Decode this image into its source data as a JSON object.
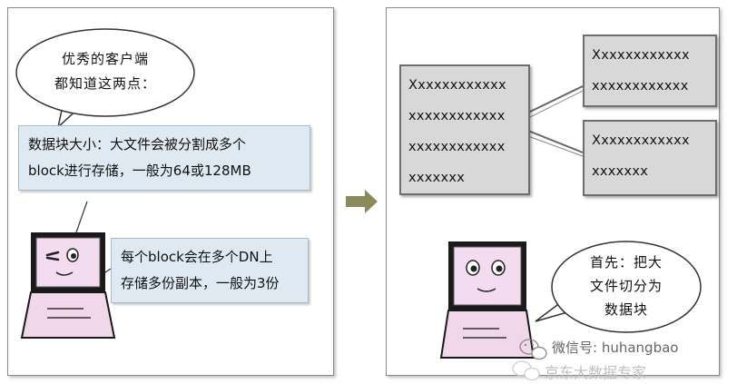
{
  "left_panel": {
    "thought_bubble": {
      "line1": "优秀的客户端",
      "line2": "都知道这两点："
    },
    "info_box_1": {
      "line1": "数据块大小：大文件会被分割成多个",
      "line2": "block进行存储，一般为64或128MB"
    },
    "info_box_2": {
      "line1": "每个block会在多个DN上",
      "line2": "存储多份副本，一般为3份"
    }
  },
  "right_panel": {
    "big_file": {
      "lines": [
        "Xxxxxxxxxxxx",
        "xxxxxxxxxxxx",
        "xxxxxxxxxxxx",
        "xxxxxxx"
      ]
    },
    "block_1": {
      "lines": [
        "Xxxxxxxxxxxx",
        "xxxxxxxxxxxx"
      ]
    },
    "block_2": {
      "lines": [
        "Xxxxxxxxxxxx",
        "xxxxxxx"
      ]
    },
    "speech_bubble": {
      "line1": "首先：把大",
      "line2": "文件切分为",
      "line3": "数据块"
    }
  },
  "watermark": {
    "line1": "微信号: huhangbao",
    "line2": "京东大数据专家"
  },
  "colors": {
    "info_box": "#dfe9f1",
    "doc_box": "#d8d8d8",
    "screen": "#f3dcef",
    "arrow": "#8a8a5a"
  },
  "icons": [
    "laptop-winking-icon",
    "laptop-smiling-icon",
    "right-arrow-icon",
    "wechat-logo-icon"
  ]
}
